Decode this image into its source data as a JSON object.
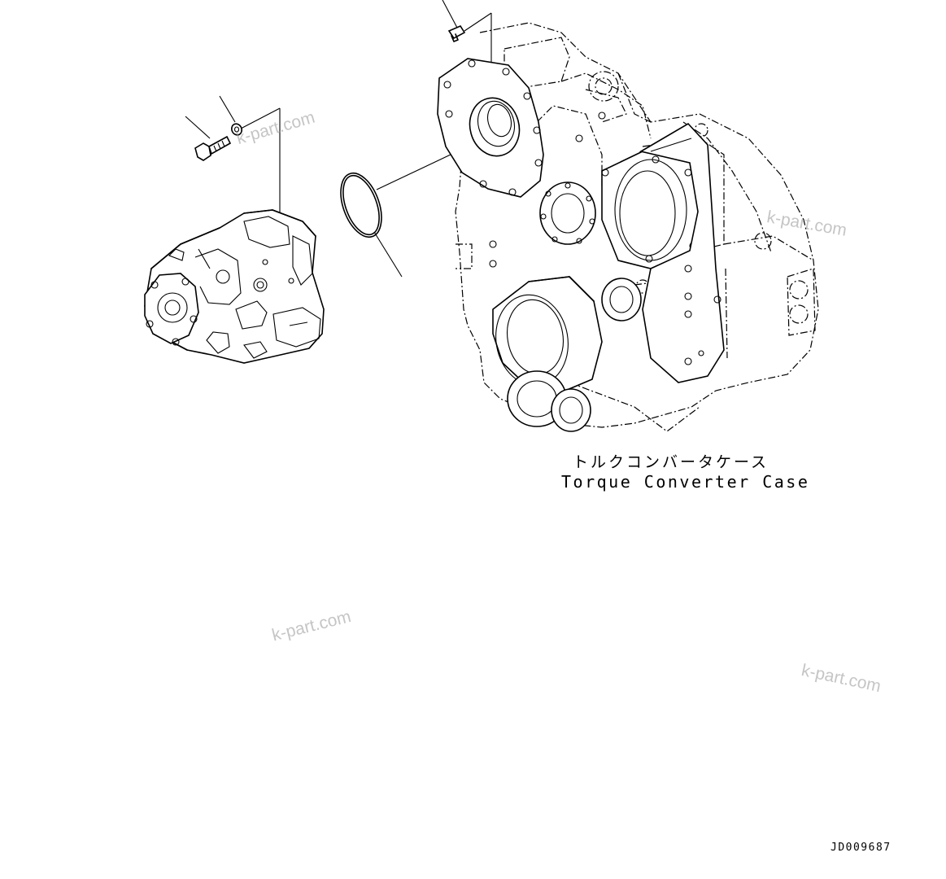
{
  "labels": {
    "case_jp": "トルクコンバータケース",
    "case_en": "Torque Converter Case",
    "drawing_id": "JD009687"
  },
  "watermark": "k-part.com"
}
